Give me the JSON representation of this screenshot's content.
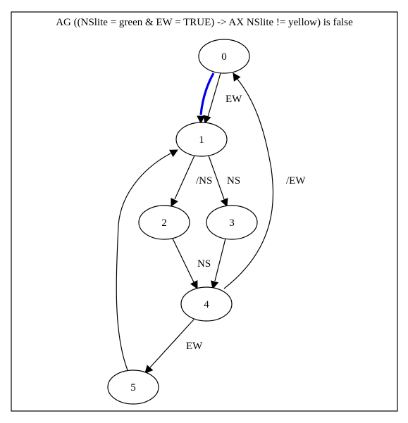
{
  "title": "AG ((NSlite = green & EW = TRUE) -> AX NSlite != yellow)  is false",
  "colors": {
    "highlight": "#0000ee",
    "stroke": "#000000"
  },
  "nodes": [
    {
      "id": "0",
      "label": "0"
    },
    {
      "id": "1",
      "label": "1"
    },
    {
      "id": "2",
      "label": "2"
    },
    {
      "id": "3",
      "label": "3"
    },
    {
      "id": "4",
      "label": "4"
    },
    {
      "id": "5",
      "label": "5"
    }
  ],
  "edges": [
    {
      "id": "e0_1_highlight",
      "from": "0",
      "to": "1",
      "label": "",
      "highlight": true
    },
    {
      "id": "e0_1",
      "from": "0",
      "to": "1",
      "label": "EW",
      "highlight": false
    },
    {
      "id": "e1_2",
      "from": "1",
      "to": "2",
      "label": "/NS",
      "highlight": false
    },
    {
      "id": "e1_3",
      "from": "1",
      "to": "3",
      "label": "NS",
      "highlight": false
    },
    {
      "id": "e2_4",
      "from": "2",
      "to": "4",
      "label": "NS",
      "highlight": false
    },
    {
      "id": "e3_4",
      "from": "3",
      "to": "4",
      "label": "",
      "highlight": false
    },
    {
      "id": "e4_0",
      "from": "4",
      "to": "0",
      "label": "/EW",
      "highlight": false
    },
    {
      "id": "e4_5",
      "from": "4",
      "to": "5",
      "label": "EW",
      "highlight": false
    },
    {
      "id": "e5_1",
      "from": "5",
      "to": "1",
      "label": "",
      "highlight": false
    }
  ]
}
